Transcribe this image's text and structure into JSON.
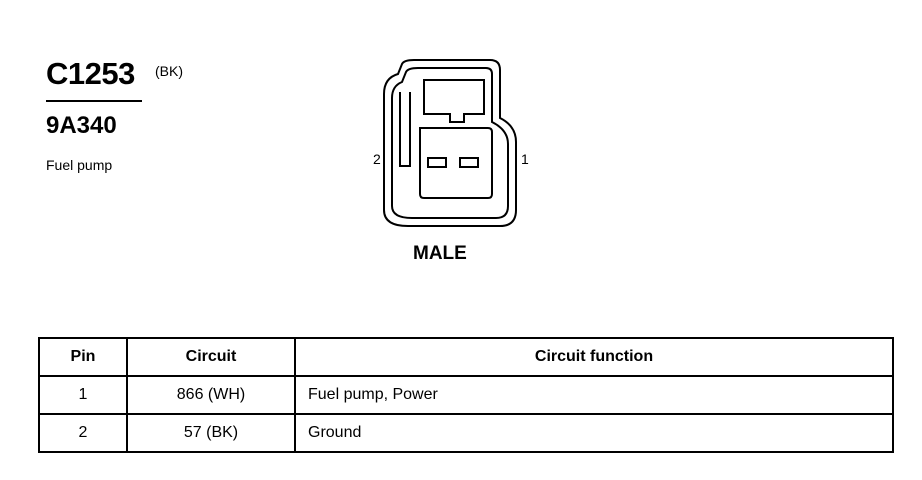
{
  "connector": {
    "id": "C1253",
    "color": "(BK)",
    "part_number": "9A340",
    "description": "Fuel pump",
    "gender": "MALE",
    "pin_labels": {
      "left": "2",
      "right": "1"
    }
  },
  "table": {
    "headers": {
      "pin": "Pin",
      "circuit": "Circuit",
      "function": "Circuit function"
    },
    "rows": [
      {
        "pin": "1",
        "circuit": "866 (WH)",
        "function": "Fuel pump, Power"
      },
      {
        "pin": "2",
        "circuit": "57 (BK)",
        "function": "Ground"
      }
    ]
  }
}
